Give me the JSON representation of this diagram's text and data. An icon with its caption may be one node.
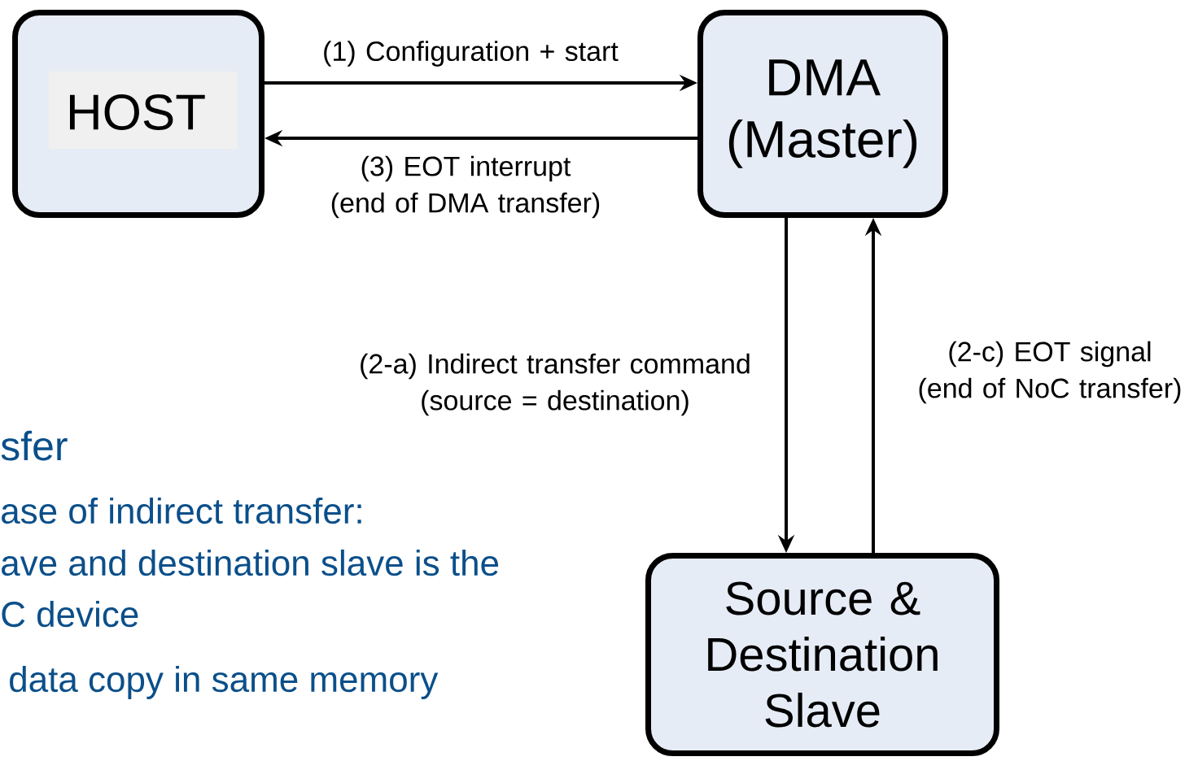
{
  "diagram": {
    "nodes": [
      {
        "text": [
          "HOST"
        ]
      },
      {
        "text": [
          "DMA (Master)"
        ]
      },
      {
        "text": [
          "Source & Destination Slave"
        ]
      }
    ],
    "edges": [
      {
        "from": 0,
        "to": 1,
        "arrow": "to",
        "label": "(1) Configuration + start"
      },
      {
        "from": 1,
        "to": 0,
        "arrow": "to",
        "label": "(3) EOT interrupt (end of DMA transfer)"
      },
      {
        "from": 1,
        "to": 2,
        "arrow": "to",
        "label": "(2-a) Indirect transfer command (source = destination)"
      },
      {
        "from": 2,
        "to": 1,
        "arrow": "to",
        "label": "(2-c) EOT signal (end of NoC transfer)"
      }
    ],
    "labels": [
      "sfer",
      "ase of indirect transfer:",
      "ave and destination slave is the",
      "C device",
      "data copy in same memory"
    ]
  }
}
